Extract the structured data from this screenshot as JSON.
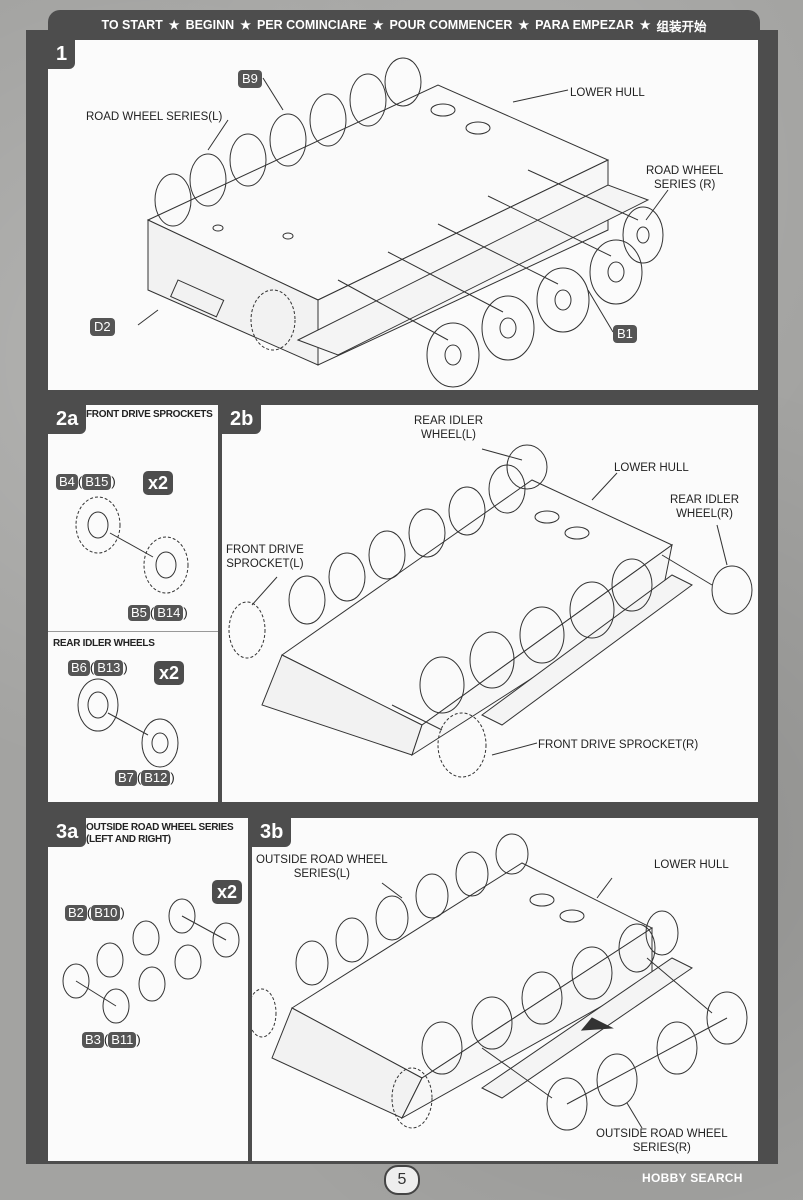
{
  "header": {
    "items": [
      "TO START",
      "BEGINN",
      "PER COMINCIARE",
      "POUR COMMENCER",
      "PARA EMPEZAR",
      "组装开始"
    ]
  },
  "step1": {
    "num": "1",
    "labels": {
      "b9": "B9",
      "road_wheel_l": "ROAD WHEEL SERIES(L)",
      "lower_hull": "LOWER HULL",
      "road_wheel_r": "ROAD WHEEL\nSERIES (R)",
      "d2": "D2",
      "b1": "B1"
    }
  },
  "step2a": {
    "num": "2a",
    "title": "FRONT DRIVE SPROCKETS",
    "b4": "B4",
    "b15": "B15",
    "qty": "x2",
    "b5": "B5",
    "b14": "B14",
    "rear_title": "REAR IDLER WHEELS",
    "b6": "B6",
    "b13": "B13",
    "qty2": "x2",
    "b7": "B7",
    "b12": "B12"
  },
  "step2b": {
    "num": "2b",
    "rear_idler_l": "REAR IDLER\nWHEEL(L)",
    "lower_hull": "LOWER HULL",
    "rear_idler_r": "REAR IDLER\nWHEEL(R)",
    "front_drive_l": "FRONT DRIVE\nSPROCKET(L)",
    "front_drive_r": "FRONT DRIVE SPROCKET(R)"
  },
  "step3a": {
    "num": "3a",
    "title": "OUTSIDE ROAD WHEEL SERIES\n(LEFT AND RIGHT)",
    "qty": "x2",
    "b2": "B2",
    "b10": "B10",
    "b3": "B3",
    "b11": "B11"
  },
  "step3b": {
    "num": "3b",
    "outside_l": "OUTSIDE ROAD WHEEL\nSERIES(L)",
    "lower_hull": "LOWER HULL",
    "outside_r": "OUTSIDE ROAD WHEEL\nSERIES(R)"
  },
  "footer": {
    "page": "5",
    "credit": "HOBBY SEARCH"
  }
}
